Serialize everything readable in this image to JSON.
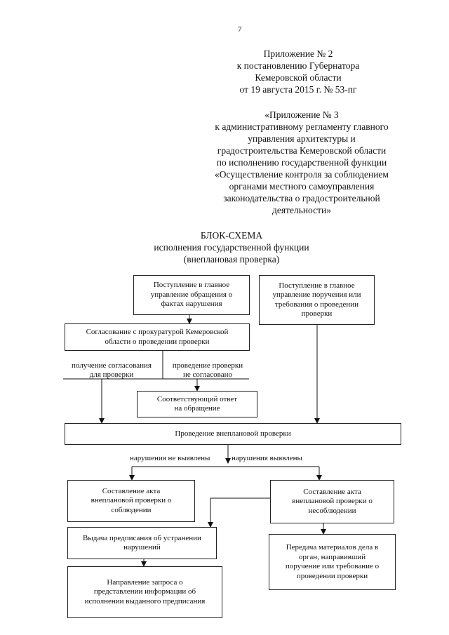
{
  "page_number": "7",
  "header_block1": {
    "lines": [
      "Приложение № 2",
      "к постановлению Губернатора",
      "Кемеровской области",
      "от 19 августа 2015 г. № 53-пг"
    ]
  },
  "header_block2": {
    "lines": [
      "«Приложение № 3",
      "к административному регламенту главного",
      "управления архитектуры и",
      "градостроительства Кемеровской области",
      "по исполнению государственной функции",
      "«Осуществление контроля за соблюдением",
      "органами местного самоуправления",
      "законодательства о градостроительной",
      "деятельности»"
    ]
  },
  "diagram_title": {
    "line1": "БЛОК-СХЕМА",
    "line2": "исполнения государственной функции",
    "line3": "(внеплановая проверка)"
  },
  "boxes": {
    "receipt_violations": [
      "Поступление в главное",
      "управление обращения о",
      "фактах нарушения"
    ],
    "receipt_order": [
      "Поступление в главное",
      "управление поручения или",
      "требования о проведении",
      "проверки"
    ],
    "prosecutor_approval": [
      "Согласование с прокуратурой Кемеровской",
      "области о проведении проверки"
    ],
    "response": [
      "Соответствующий ответ",
      "на обращение"
    ],
    "inspection": [
      "Проведение внеплановой проверки"
    ],
    "act_compliance": [
      "Составление акта",
      "внеплановой проверки о",
      "соблюдении"
    ],
    "act_noncompliance": [
      "Составление акта",
      "внеплановой проверки о",
      "несоблюдении"
    ],
    "prescription": [
      "Выдача предписания об устранении",
      "нарушений"
    ],
    "transfer_materials": [
      "Передача материалов дела в",
      "орган, направивший",
      "поручение или требование о",
      "проведении проверки"
    ],
    "request_info": [
      "Направление запроса о",
      "представлении информации об",
      "исполнении выданного предписания"
    ]
  },
  "labels": {
    "approval_received": [
      "получение согласования",
      "для проверки"
    ],
    "not_approved": [
      "проведение проверки",
      "не согласовано"
    ],
    "no_violations": "нарушения не выявлены",
    "violations_found": "нарушения выявлены"
  }
}
